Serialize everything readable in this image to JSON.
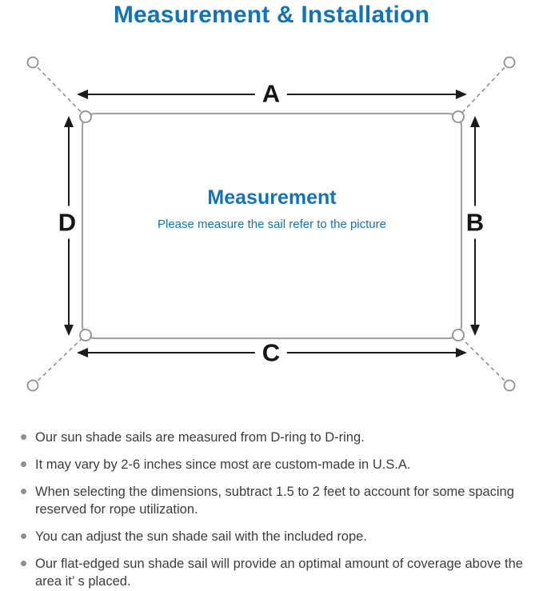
{
  "title": "Measurement & Installation",
  "colors": {
    "accent_blue": "#1273b8",
    "diagram_gray": "#9c9c9c",
    "arrow_black": "#1c1c1c",
    "body_text": "#3c3c3c",
    "bullet_gray": "#8f8f8f"
  },
  "diagram": {
    "labels": {
      "top": "A",
      "right": "B",
      "bottom": "C",
      "left": "D"
    },
    "center_title": "Measurement",
    "center_subtitle": "Please measure the sail refer to the picture"
  },
  "notes": [
    "Our sun shade sails are measured from D-ring to D-ring.",
    "It may vary by 2-6 inches since most are custom-made in U.S.A.",
    "When selecting the dimensions, subtract 1.5 to 2 feet to account for some spacing reserved for rope utilization.",
    "You can adjust the sun shade sail with the included rope.",
    "Our flat-edged sun shade sail will provide an optimal amount of coverage above the area it’ s placed."
  ]
}
